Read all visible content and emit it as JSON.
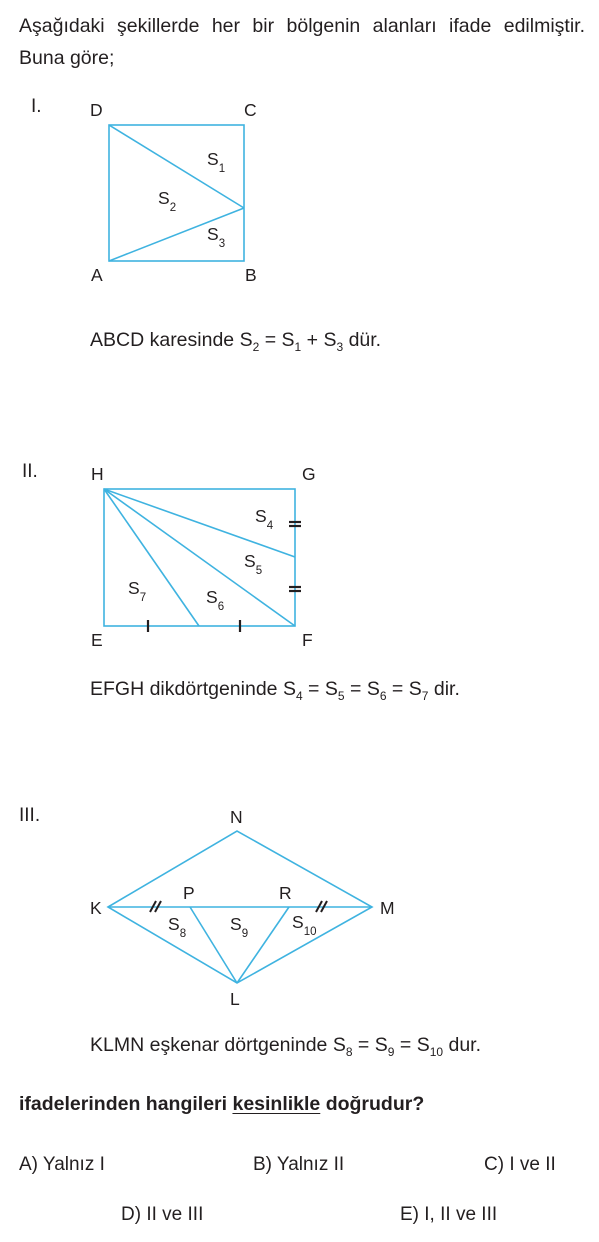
{
  "intro": "Aşağıdaki şekillerde her bir bölgenin alanları ifade edilmiştir. Buna göre;",
  "figures": [
    {
      "roman": "I.",
      "vertices": {
        "A": "A",
        "B": "B",
        "C": "C",
        "D": "D"
      },
      "regions": [
        {
          "letter": "S",
          "sub": "1"
        },
        {
          "letter": "S",
          "sub": "2"
        },
        {
          "letter": "S",
          "sub": "3"
        }
      ],
      "statement": {
        "prefix": "ABCD karesinde ",
        "parts": [
          {
            "s": "S",
            "sub": "2",
            "op": " = "
          },
          {
            "s": "S",
            "sub": "1",
            "op": " + "
          },
          {
            "s": "S",
            "sub": "3",
            "op": ""
          }
        ],
        "suffix": " dür."
      }
    },
    {
      "roman": "II.",
      "vertices": {
        "E": "E",
        "F": "F",
        "G": "G",
        "H": "H"
      },
      "regions": [
        {
          "letter": "S",
          "sub": "4"
        },
        {
          "letter": "S",
          "sub": "5"
        },
        {
          "letter": "S",
          "sub": "6"
        },
        {
          "letter": "S",
          "sub": "7"
        }
      ],
      "statement": {
        "prefix": "EFGH dikdörtgeninde ",
        "parts": [
          {
            "s": "S",
            "sub": "4",
            "op": " = "
          },
          {
            "s": "S",
            "sub": "5",
            "op": " = "
          },
          {
            "s": "S",
            "sub": "6",
            "op": " = "
          },
          {
            "s": "S",
            "sub": "7",
            "op": ""
          }
        ],
        "suffix": " dir."
      }
    },
    {
      "roman": "III.",
      "vertices": {
        "K": "K",
        "L": "L",
        "M": "M",
        "N": "N",
        "P": "P",
        "R": "R"
      },
      "regions": [
        {
          "letter": "S",
          "sub": "8"
        },
        {
          "letter": "S",
          "sub": "9"
        },
        {
          "letter": "S",
          "sub": "10"
        }
      ],
      "statement": {
        "prefix": "KLMN eşkenar dörtgeninde ",
        "parts": [
          {
            "s": "S",
            "sub": "8",
            "op": " = "
          },
          {
            "s": "S",
            "sub": "9",
            "op": " = "
          },
          {
            "s": "S",
            "sub": "10",
            "op": ""
          }
        ],
        "suffix": " dur."
      }
    }
  ],
  "question": {
    "before": "ifadelerinden hangileri ",
    "underlined": "kesinlikle",
    "after": " doğrudur?"
  },
  "options": {
    "A": "A) Yalnız I",
    "B": "B) Yalnız II",
    "C": "C) I ve II",
    "D": "D) II ve III",
    "E": "E) I, II ve III"
  },
  "colors": {
    "figure_line": "#3fb3e0",
    "tick_mark": "#231f20",
    "text": "#231f20"
  }
}
